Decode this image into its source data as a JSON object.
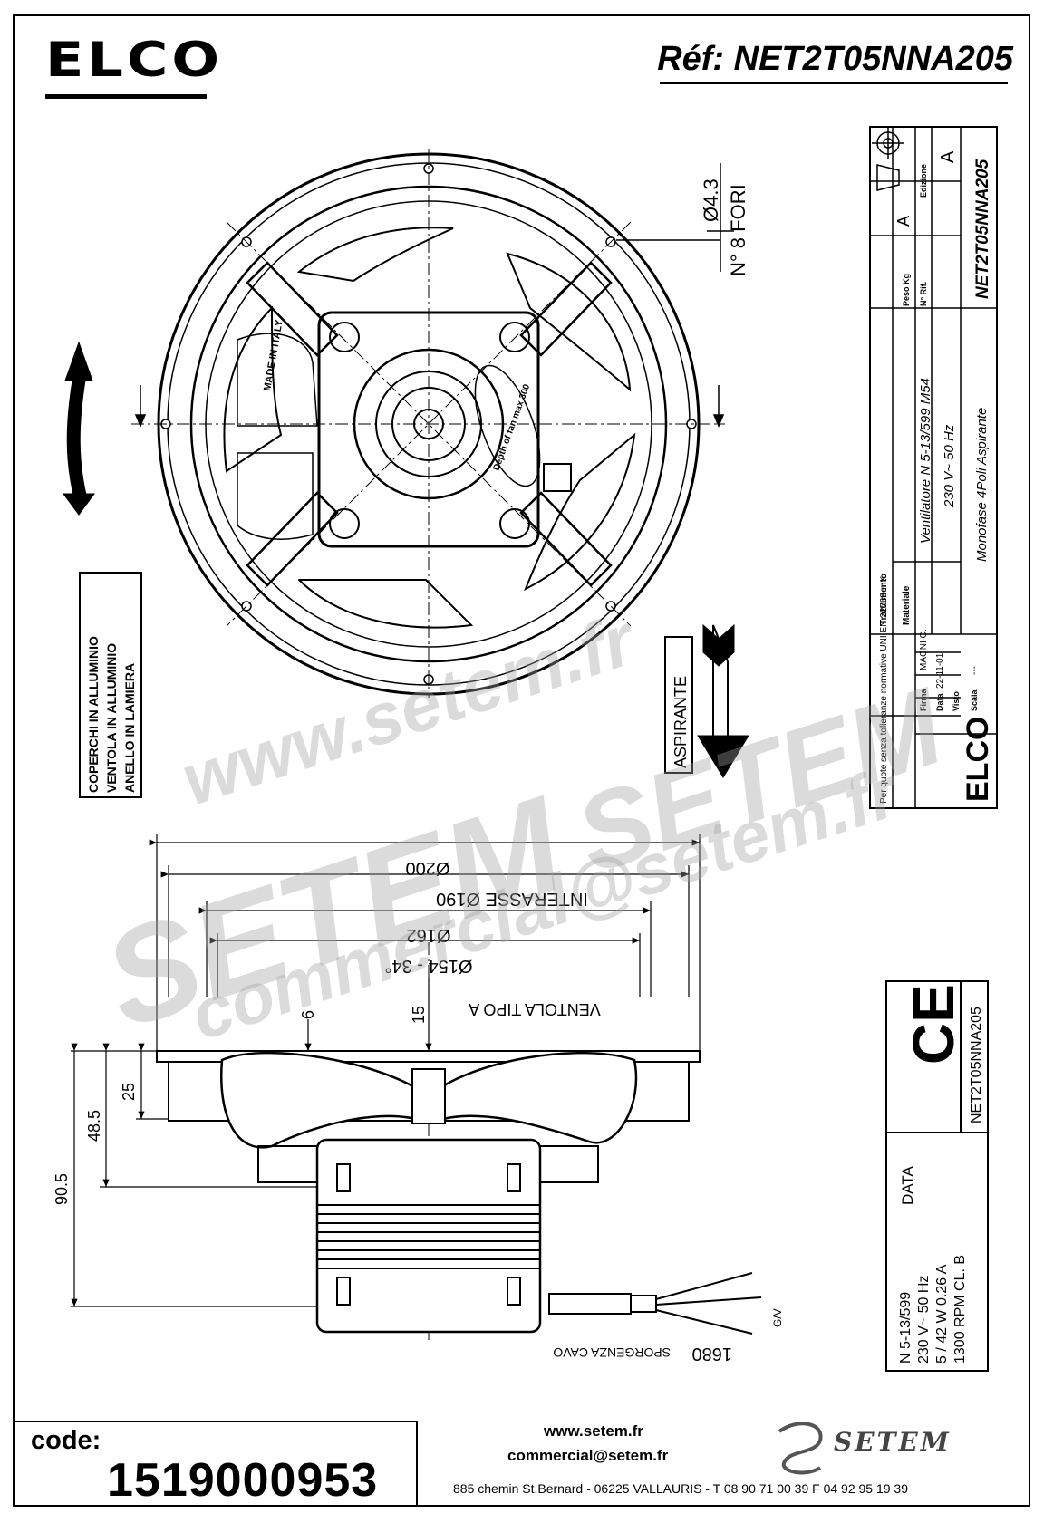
{
  "header": {
    "logo": "ELCO",
    "reference": "Réf: NET2T05NNA205"
  },
  "title_block": {
    "tolerance_note": "Per quote senza tolleranze normative UNI EN 22768-mK",
    "trattamento_label": "Trattamento",
    "materiale_label": "Materiale",
    "description_1": "Ventilatore N 5-13/599 M54",
    "description_2": "230 V~  50 Hz",
    "description_3": "Monofase 4Poli Aspirante",
    "peso_label": "Peso Kg",
    "rif_label": "N° Rif.",
    "drawing_no": "NET2T05NNA205",
    "edizione_label": "Edizione",
    "edizione_value": "A",
    "revision_value": "A",
    "firma_label": "Firma",
    "firma_value": "MAGNI C.",
    "data_label": "Data",
    "data_value": "22-11-01",
    "visto_label": "Visto",
    "scala_label": "Scala",
    "scala_value": "---",
    "logo": "ELCO"
  },
  "front_view": {
    "holes_label": "Ø4.3",
    "holes_count": "N° 8 FORI",
    "material_note_1": "COPERCHI IN ALLUMINIO",
    "material_note_2": "VENTOLA IN ALLUMINIO",
    "material_note_3": "ANELLO IN LAMIERA",
    "flow_label": "ASPIRANTE",
    "label_made_in": "MADE IN ITALY",
    "label_motor": "Depth of fan max 300"
  },
  "side_view": {
    "dim_outer": "Ø200",
    "dim_interasse": "INTERASSE Ø190",
    "dim_162": "Ø162",
    "dim_154": "Ø154 - 34°",
    "fan_type": "VENTOLA TIPO A",
    "dim_6": "6",
    "dim_15": "15",
    "dim_25": "25",
    "dim_48": "48.5",
    "dim_90": "90.5",
    "cable_length": "1680",
    "cable_label": "SPORGENZA CAVO",
    "ground_label": "G/V"
  },
  "data_block": {
    "ce_mark": "CE",
    "model_code": "NET2T05NNA205",
    "data_label": "DATA",
    "line_1": "N 5-13/599",
    "line_2": "230 V~  50 Hz",
    "line_3": "5 / 42 W  0.26 A",
    "line_4": "1300 RPM     CL. B"
  },
  "footer": {
    "code_label": "code:",
    "code_value": "1519000953",
    "website": "www.setem.fr",
    "email": "commercial@setem.fr",
    "address": "885 chemin St.Bernard  -  06225 VALLAURIS  -  T 08 90 71 00 39   F 04 92 95 19 39",
    "brand": "SETEM"
  },
  "watermark": {
    "line_1": "www.setem.fr",
    "line_2": "SETEM",
    "line_3": "SETEM",
    "line_4": "commercial@setem.fr"
  }
}
